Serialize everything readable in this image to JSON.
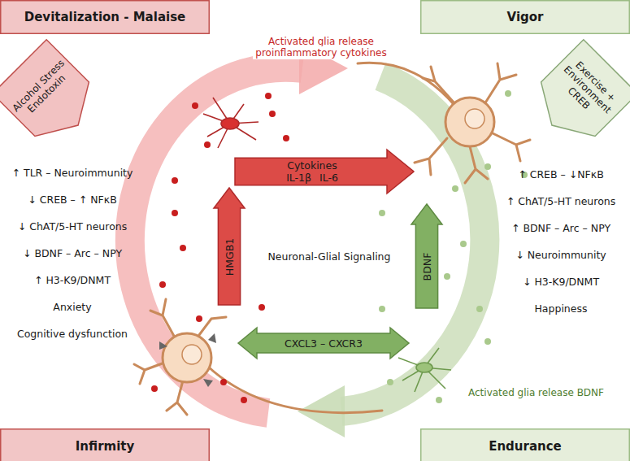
{
  "diagram": {
    "nodes": [
      {
        "text": [
          "Devitalization - Malaise"
        ]
      },
      {
        "text": [
          "Vigor"
        ]
      },
      {
        "text": [
          "Alcohol Stress Endotoxin"
        ]
      },
      {
        "text": [
          "Exercise + Environment CREB"
        ]
      },
      {
        "text": [
          "Cytokines",
          "IL-1β IL-6"
        ]
      },
      {
        "text": [
          "HMGB1"
        ]
      },
      {
        "text": [
          "BDNF"
        ]
      },
      {
        "text": [
          "CXCL3 – CXCR3"
        ]
      },
      {
        "text": [
          "Infirmity"
        ]
      },
      {
        "text": [
          "Endurance"
        ]
      }
    ],
    "labels": [
      "↑ TLR – Neuroimmunity",
      "↓ CREB – ↑ NFκB",
      "↓ ChAT/5-HT neurons",
      "↓ BDNF – Arc – NPY",
      "↑ H3-K9/DNMT",
      "Anxiety",
      "Cognitive dysfunction",
      "↑ CREB – ↓NFκB",
      "↑ ChAT/5-HT neurons",
      "↑ BDNF – Arc – NPY",
      "↓ Neuroimmunity",
      "↓ H3-K9/DNMT",
      "Happiness",
      "Activated glia release proinflammatory cytokines",
      "Neuronal-Glial Signaling",
      "Activated glia release BDNF"
    ]
  }
}
